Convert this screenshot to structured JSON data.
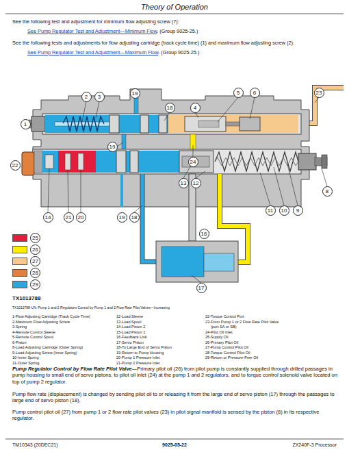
{
  "diagram": {
    "title": "Theory of Operation",
    "caption": "TX1013788-UN: Pump 1 and 2 Regulators Control by Pump 1 and 2 Flow Rate Pilot Valves—Increasing",
    "labels": [
      "See the following test and adjustment for minimum flow adjusting screw (7):",
      "See Pump Regulator Test and Adjustment—Minimum Flow",
      ". (Group 9025-25.)",
      "See the following tests and adjustments for flow adjusting cartridge (track cycle time) (1) and maximum flow adjusting screw (2):",
      "See Pump Regulator Test and Adjustment—Maximum Flow",
      ". (Group 9025-25.)",
      "2",
      "3",
      "19",
      "18",
      "4",
      "5",
      "6",
      "23",
      "1",
      "19",
      "24",
      "22",
      "13",
      "12",
      "8",
      "14",
      "21",
      "20",
      "19",
      "18",
      "11",
      "10",
      "9",
      "16",
      "17",
      "TX1013788",
      "1-Flow Adjusting Cartridge (Track Cycle Time)",
      "2-Maximum Flow Adjusting Screw",
      "3-Spring",
      "4-Remote Control Sleeve",
      "5-Remote Control Spool",
      "6-Piston",
      "8-Load Adjusting Cartridge (Outer Spring)",
      "9-Load Adjusting Screw (Inner Spring)",
      "10-Inner Spring",
      "11-Outer Spring",
      "12-Load Sleeve",
      "13-Load Spool",
      "14-Load Piston 2",
      "15-Load Piston 1",
      "16-Feedback Link",
      "17-Servo Piston",
      "18-To Large End of Servo Piston",
      "19-Return to Pump Housing",
      "20-Pump 1 Pressure Inlet",
      "21-Pump 2 Pressure Inlet",
      "22-Torque Control Port",
      "23-From Pump 1 or 2 Flow Rate Pilot Valve (port SA or SB)",
      "24-Pilot Oil Inlet",
      "25-Supply Oil",
      "26-Primary Pilot Oil",
      "27-Pump Control Pilot Oil",
      "28-Torque Control Pilot Oil",
      "29-Return or Pressure-Free Oil",
      "Pump Regulator Control by Flow Rate Pilot Valve—",
      "Primary pilot oil (26) from pilot pump is constantly supplied through drilled passages in pump housing to small end of servo pistons, to pilot oil inlet (24) at the pump 1 and 2 regulators, and to torque control solenoid valve located on top of pump 2 regulator.",
      "Pump flow rate (displacement) is changed by sending pilot oil to or releasing it from the large end of servo piston (17) through the passages to large end of servo piston (18).",
      "Pump control pilot oil (27) from pump 1 or 2 flow rate pilot valves (23) in pilot signal manifold is sensed by the piston (6) in its respective regulator.",
      "TM10343 (20DEC21)",
      "9025-05-22",
      "ZX240F-3 Processor"
    ],
    "legend": [
      {
        "text": "25",
        "color": "#e31e3c"
      },
      {
        "text": "26",
        "color": "#ffed00"
      },
      {
        "text": "27",
        "color": "#f6c98c"
      },
      {
        "text": "28",
        "color": "#e0823e"
      },
      {
        "text": "29",
        "color": "#29a8df"
      }
    ]
  }
}
